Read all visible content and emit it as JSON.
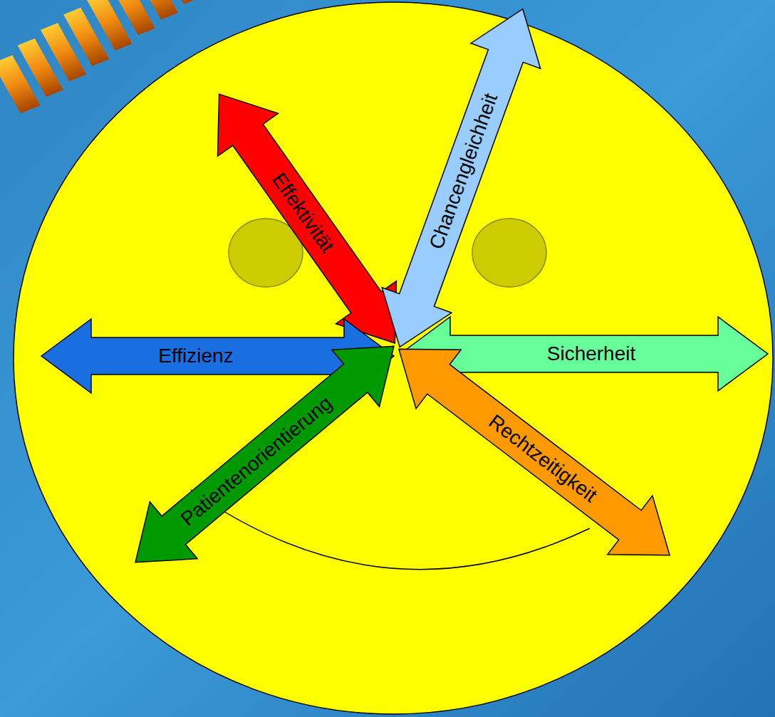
{
  "diagram": {
    "nodes": [
      {
        "text": [
          "Effektivität"
        ]
      },
      {
        "text": [
          "Chancengleichheit"
        ]
      },
      {
        "text": [
          "Effizienz"
        ]
      },
      {
        "text": [
          "Sicherheit"
        ]
      },
      {
        "text": [
          "Patientenorientierung"
        ]
      },
      {
        "text": [
          "Rechtzeitigkeit"
        ]
      }
    ]
  }
}
